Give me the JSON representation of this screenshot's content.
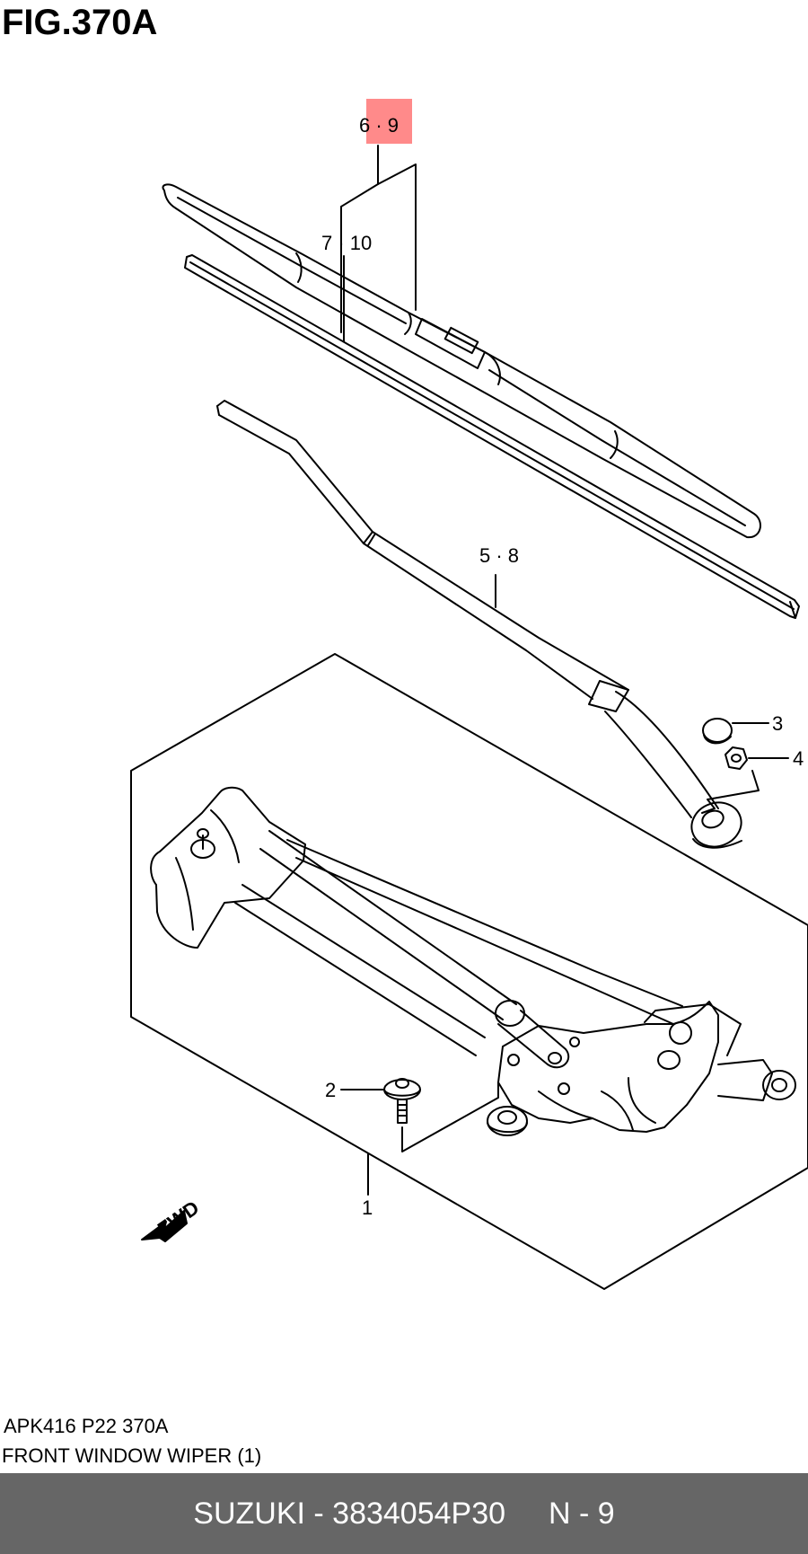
{
  "figure": {
    "title": "FIG.370A",
    "caption_code": "APK416 P22 370A",
    "caption_name": "FRONT WINDOW WIPER (1)"
  },
  "callouts": {
    "blade_assembly": "6 · 9",
    "blade_refill": "7 · 10",
    "wiper_arm": "5 · 8",
    "cap": "3",
    "nut": "4",
    "bolt": "2",
    "linkage": "1",
    "fwd": "FWD"
  },
  "footer": {
    "brand_part": "SUZUKI - 3834054P30",
    "page": "N - 9"
  },
  "colors": {
    "highlight": "#ff8a8a",
    "footer_bg": "#666666",
    "line": "#000000"
  }
}
